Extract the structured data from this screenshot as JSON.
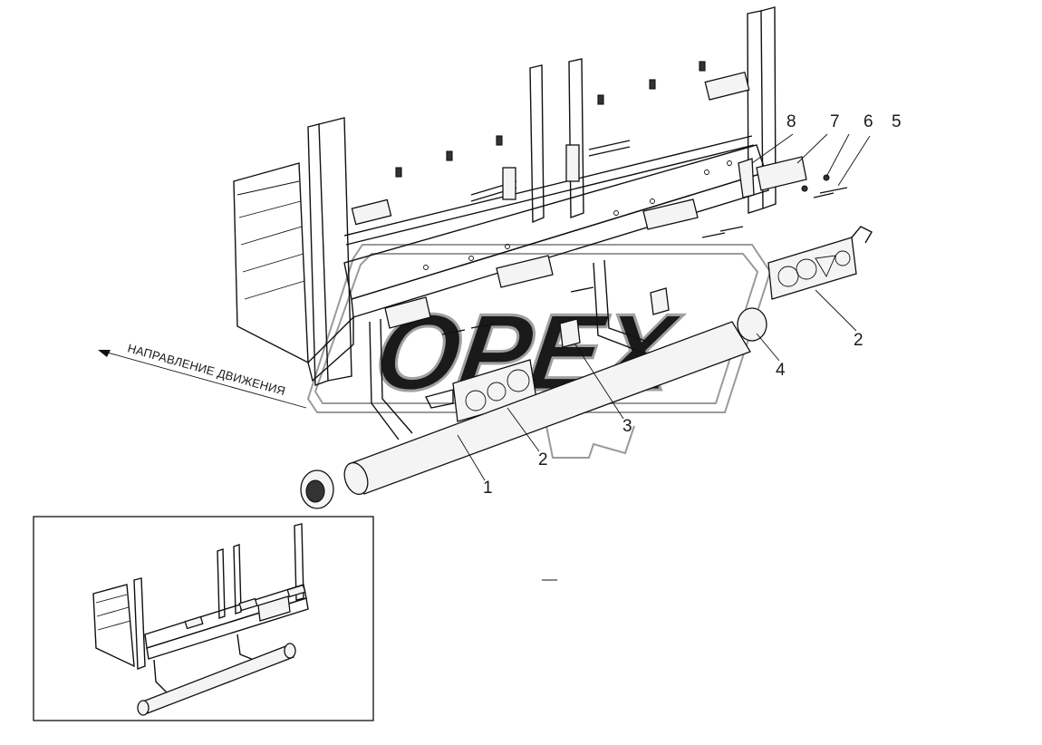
{
  "diagram": {
    "direction_label": "НАПРАВЛЕНИЕ ДВИЖЕНИЯ",
    "watermark": "OPEX",
    "callouts": [
      {
        "id": "1",
        "label": "1"
      },
      {
        "id": "2a",
        "label": "2"
      },
      {
        "id": "2b",
        "label": "2"
      },
      {
        "id": "3",
        "label": "3"
      },
      {
        "id": "4",
        "label": "4"
      },
      {
        "id": "5",
        "label": "5"
      },
      {
        "id": "6",
        "label": "6"
      },
      {
        "id": "7",
        "label": "7"
      },
      {
        "id": "8",
        "label": "8"
      }
    ]
  }
}
